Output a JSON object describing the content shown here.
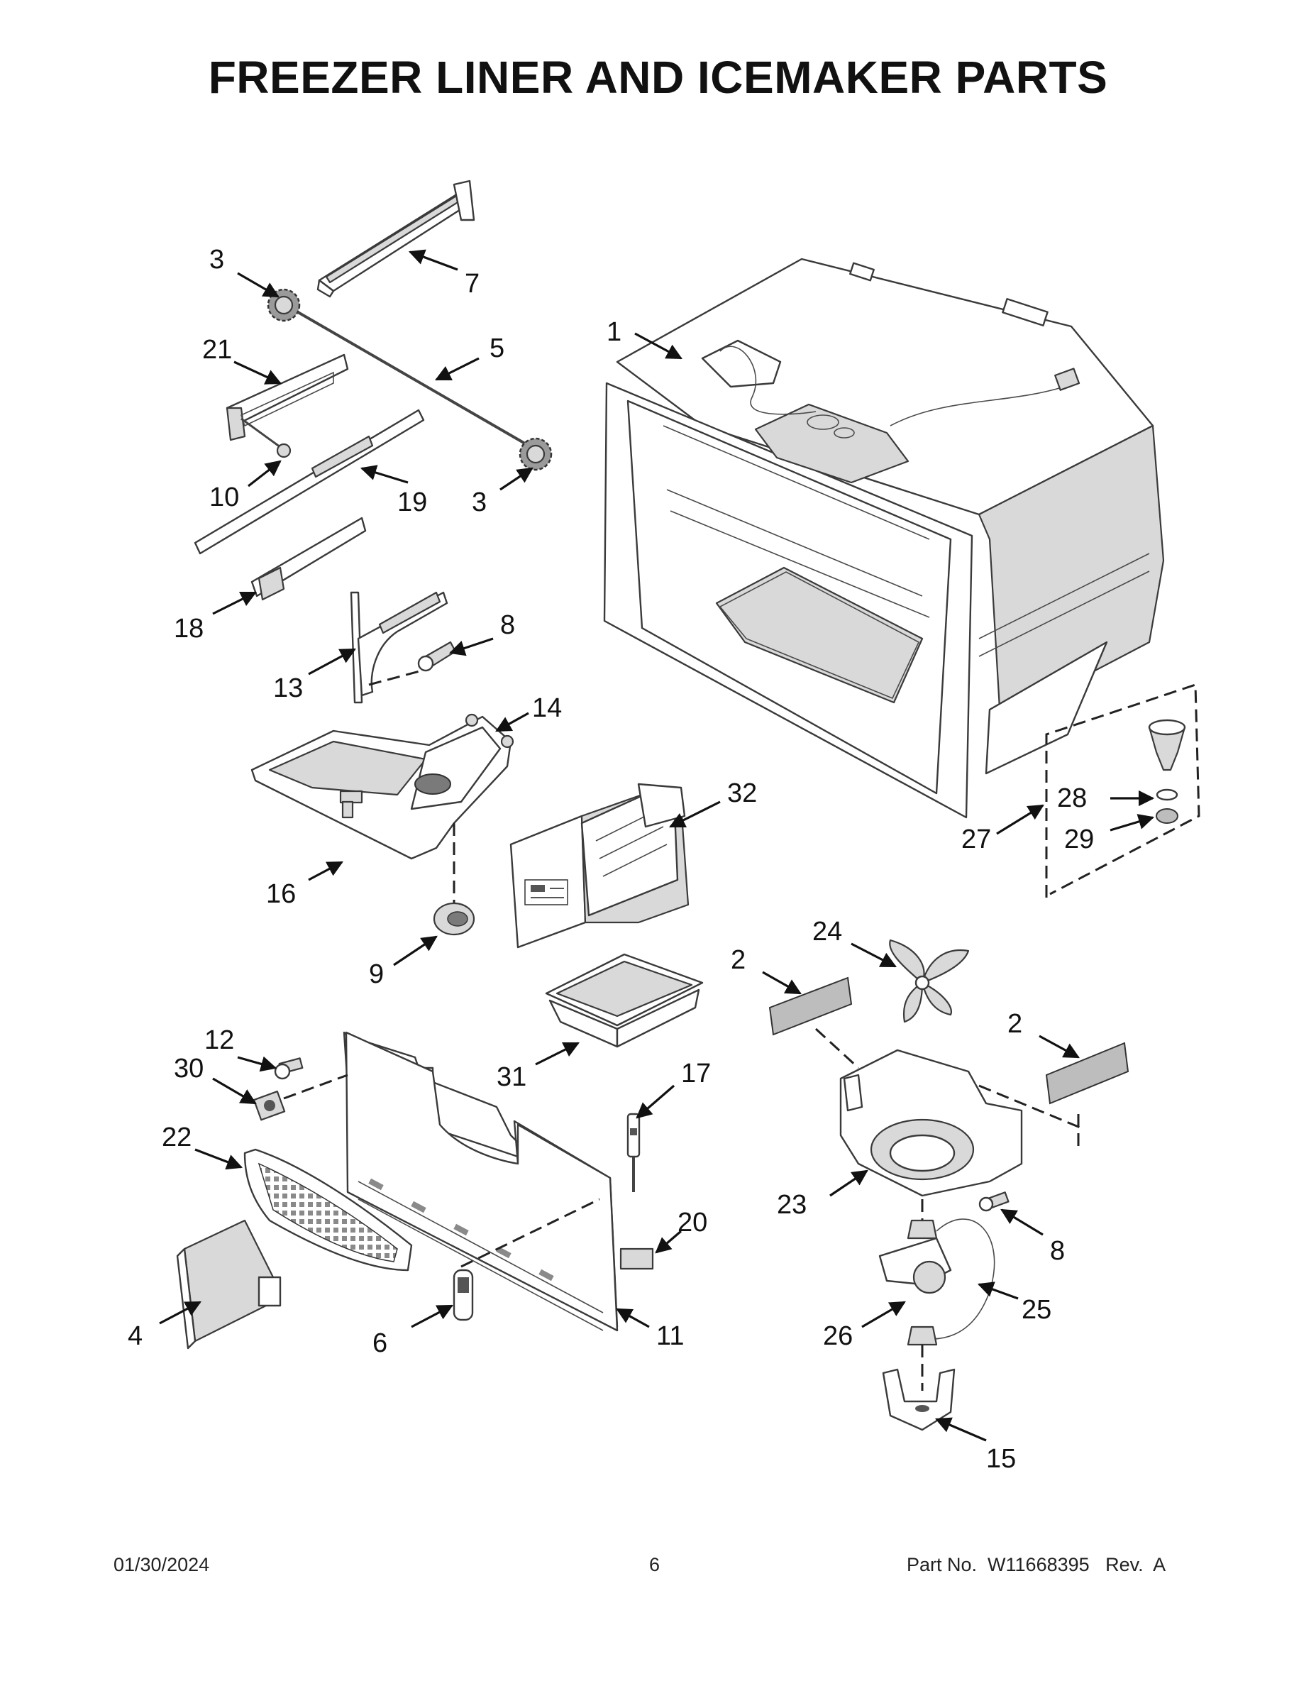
{
  "title": "FREEZER LINER AND ICEMAKER PARTS",
  "callouts": [
    {
      "id": "c1",
      "label": "1"
    },
    {
      "id": "c2a",
      "label": "2"
    },
    {
      "id": "c2b",
      "label": "2"
    },
    {
      "id": "c3a",
      "label": "3"
    },
    {
      "id": "c3b",
      "label": "3"
    },
    {
      "id": "c4",
      "label": "4"
    },
    {
      "id": "c5",
      "label": "5"
    },
    {
      "id": "c6",
      "label": "6"
    },
    {
      "id": "c7",
      "label": "7"
    },
    {
      "id": "c8a",
      "label": "8"
    },
    {
      "id": "c8b",
      "label": "8"
    },
    {
      "id": "c9",
      "label": "9"
    },
    {
      "id": "c10",
      "label": "10"
    },
    {
      "id": "c11",
      "label": "11"
    },
    {
      "id": "c12",
      "label": "12"
    },
    {
      "id": "c13",
      "label": "13"
    },
    {
      "id": "c14",
      "label": "14"
    },
    {
      "id": "c15",
      "label": "15"
    },
    {
      "id": "c16",
      "label": "16"
    },
    {
      "id": "c17",
      "label": "17"
    },
    {
      "id": "c18",
      "label": "18"
    },
    {
      "id": "c19",
      "label": "19"
    },
    {
      "id": "c20",
      "label": "20"
    },
    {
      "id": "c21",
      "label": "21"
    },
    {
      "id": "c22",
      "label": "22"
    },
    {
      "id": "c23",
      "label": "23"
    },
    {
      "id": "c24",
      "label": "24"
    },
    {
      "id": "c25",
      "label": "25"
    },
    {
      "id": "c26",
      "label": "26"
    },
    {
      "id": "c27",
      "label": "27"
    },
    {
      "id": "c28",
      "label": "28"
    },
    {
      "id": "c29",
      "label": "29"
    },
    {
      "id": "c30",
      "label": "30"
    },
    {
      "id": "c31",
      "label": "31"
    },
    {
      "id": "c32",
      "label": "32"
    }
  ],
  "footer": {
    "date": "01/30/2024",
    "page_number": "6",
    "part_number": "Part No.  W11668395   Rev.  A"
  }
}
